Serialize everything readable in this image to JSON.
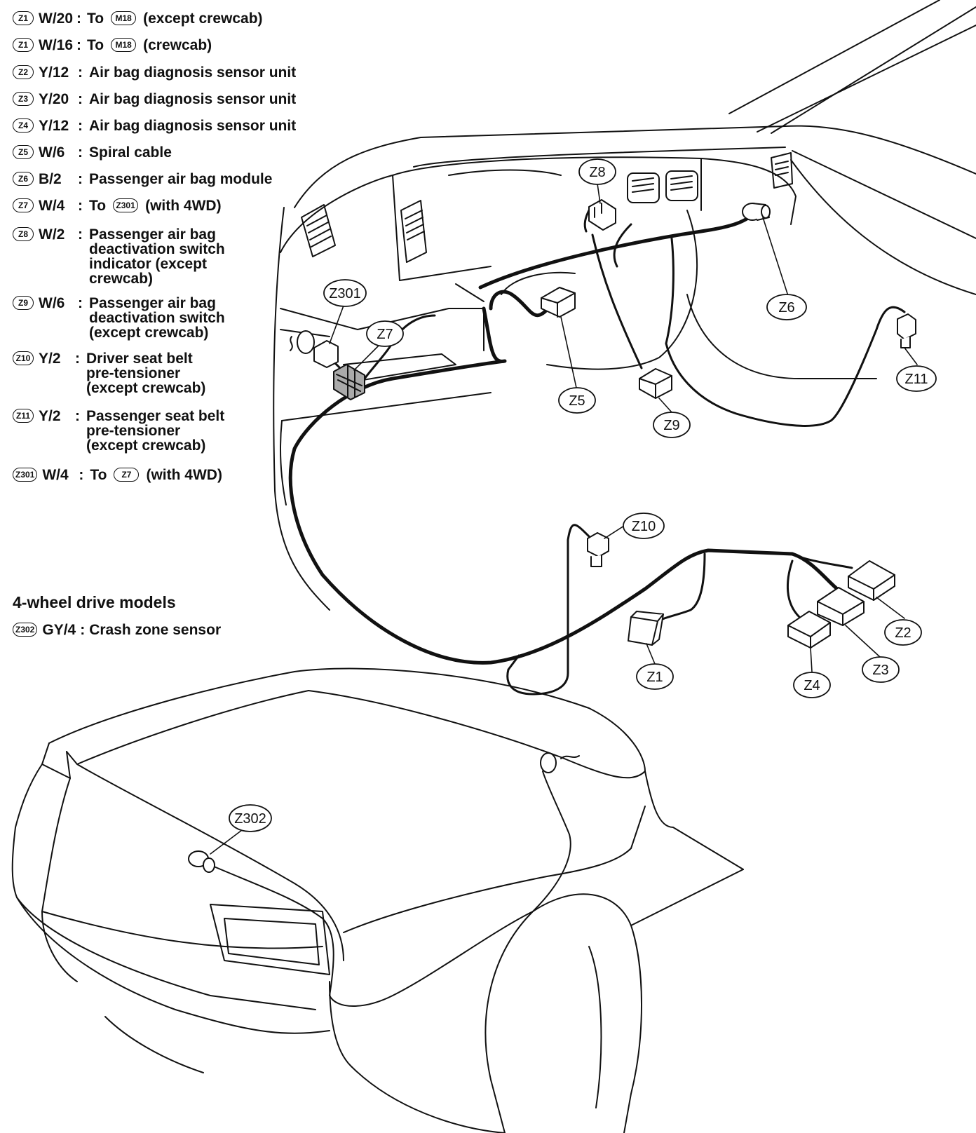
{
  "legend": [
    {
      "badge": "Z1",
      "wire": "W/20",
      "sep": ":",
      "desc": "To",
      "ref": "M18",
      "note": "(except crewcab)"
    },
    {
      "badge": "Z1",
      "wire": "W/16",
      "sep": ":",
      "desc": "To",
      "ref": "M18",
      "note": "(crewcab)"
    },
    {
      "badge": "Z2",
      "wire": "Y/12",
      "sep": ":",
      "desc": "Air bag diagnosis sensor unit"
    },
    {
      "badge": "Z3",
      "wire": "Y/20",
      "sep": ":",
      "desc": "Air bag diagnosis sensor unit"
    },
    {
      "badge": "Z4",
      "wire": "Y/12",
      "sep": ":",
      "desc": "Air bag diagnosis sensor unit"
    },
    {
      "badge": "Z5",
      "wire": "W/6",
      "sep": ":",
      "desc": "Spiral cable"
    },
    {
      "badge": "Z6",
      "wire": "B/2",
      "sep": ":",
      "desc": "Passenger air bag module"
    },
    {
      "badge": "Z7",
      "wire": "W/4",
      "sep": ":",
      "desc": "To",
      "ref": "Z301",
      "note": "(with 4WD)"
    },
    {
      "badge": "Z8",
      "wire": "W/2",
      "sep": ":",
      "desc": "Passenger air bag\ndeactivation switch\nindicator (except\ncrewcab)"
    },
    {
      "badge": "Z9",
      "wire": "W/6",
      "sep": ":",
      "desc": "Passenger air bag\ndeactivation switch\n(except crewcab)"
    },
    {
      "badge": "Z10",
      "wire": "Y/2",
      "sep": ":",
      "desc": "Driver seat belt\npre-tensioner\n(except crewcab)"
    },
    {
      "badge": "Z11",
      "wire": "Y/2",
      "sep": ":",
      "desc": "Passenger seat belt\npre-tensioner\n(except crewcab)"
    },
    {
      "badge": "Z301",
      "wire": "W/4",
      "sep": ":",
      "desc": "To",
      "ref": "Z7",
      "note": "(with 4WD)"
    }
  ],
  "four_wd": {
    "title": "4-wheel drive models",
    "items": [
      {
        "badge": "Z302",
        "wire": "GY/4",
        "sep": ":",
        "desc": "Crash zone sensor"
      }
    ]
  },
  "callouts": [
    {
      "id": "Z8",
      "label": "Z8"
    },
    {
      "id": "Z301",
      "label": "Z301"
    },
    {
      "id": "Z7",
      "label": "Z7"
    },
    {
      "id": "Z6",
      "label": "Z6"
    },
    {
      "id": "Z11",
      "label": "Z11"
    },
    {
      "id": "Z5",
      "label": "Z5"
    },
    {
      "id": "Z9",
      "label": "Z9"
    },
    {
      "id": "Z10",
      "label": "Z10"
    },
    {
      "id": "Z2",
      "label": "Z2"
    },
    {
      "id": "Z1",
      "label": "Z1"
    },
    {
      "id": "Z3",
      "label": "Z3"
    },
    {
      "id": "Z4",
      "label": "Z4"
    },
    {
      "id": "Z302",
      "label": "Z302"
    }
  ],
  "line_color": "#111111",
  "background": "#ffffff"
}
